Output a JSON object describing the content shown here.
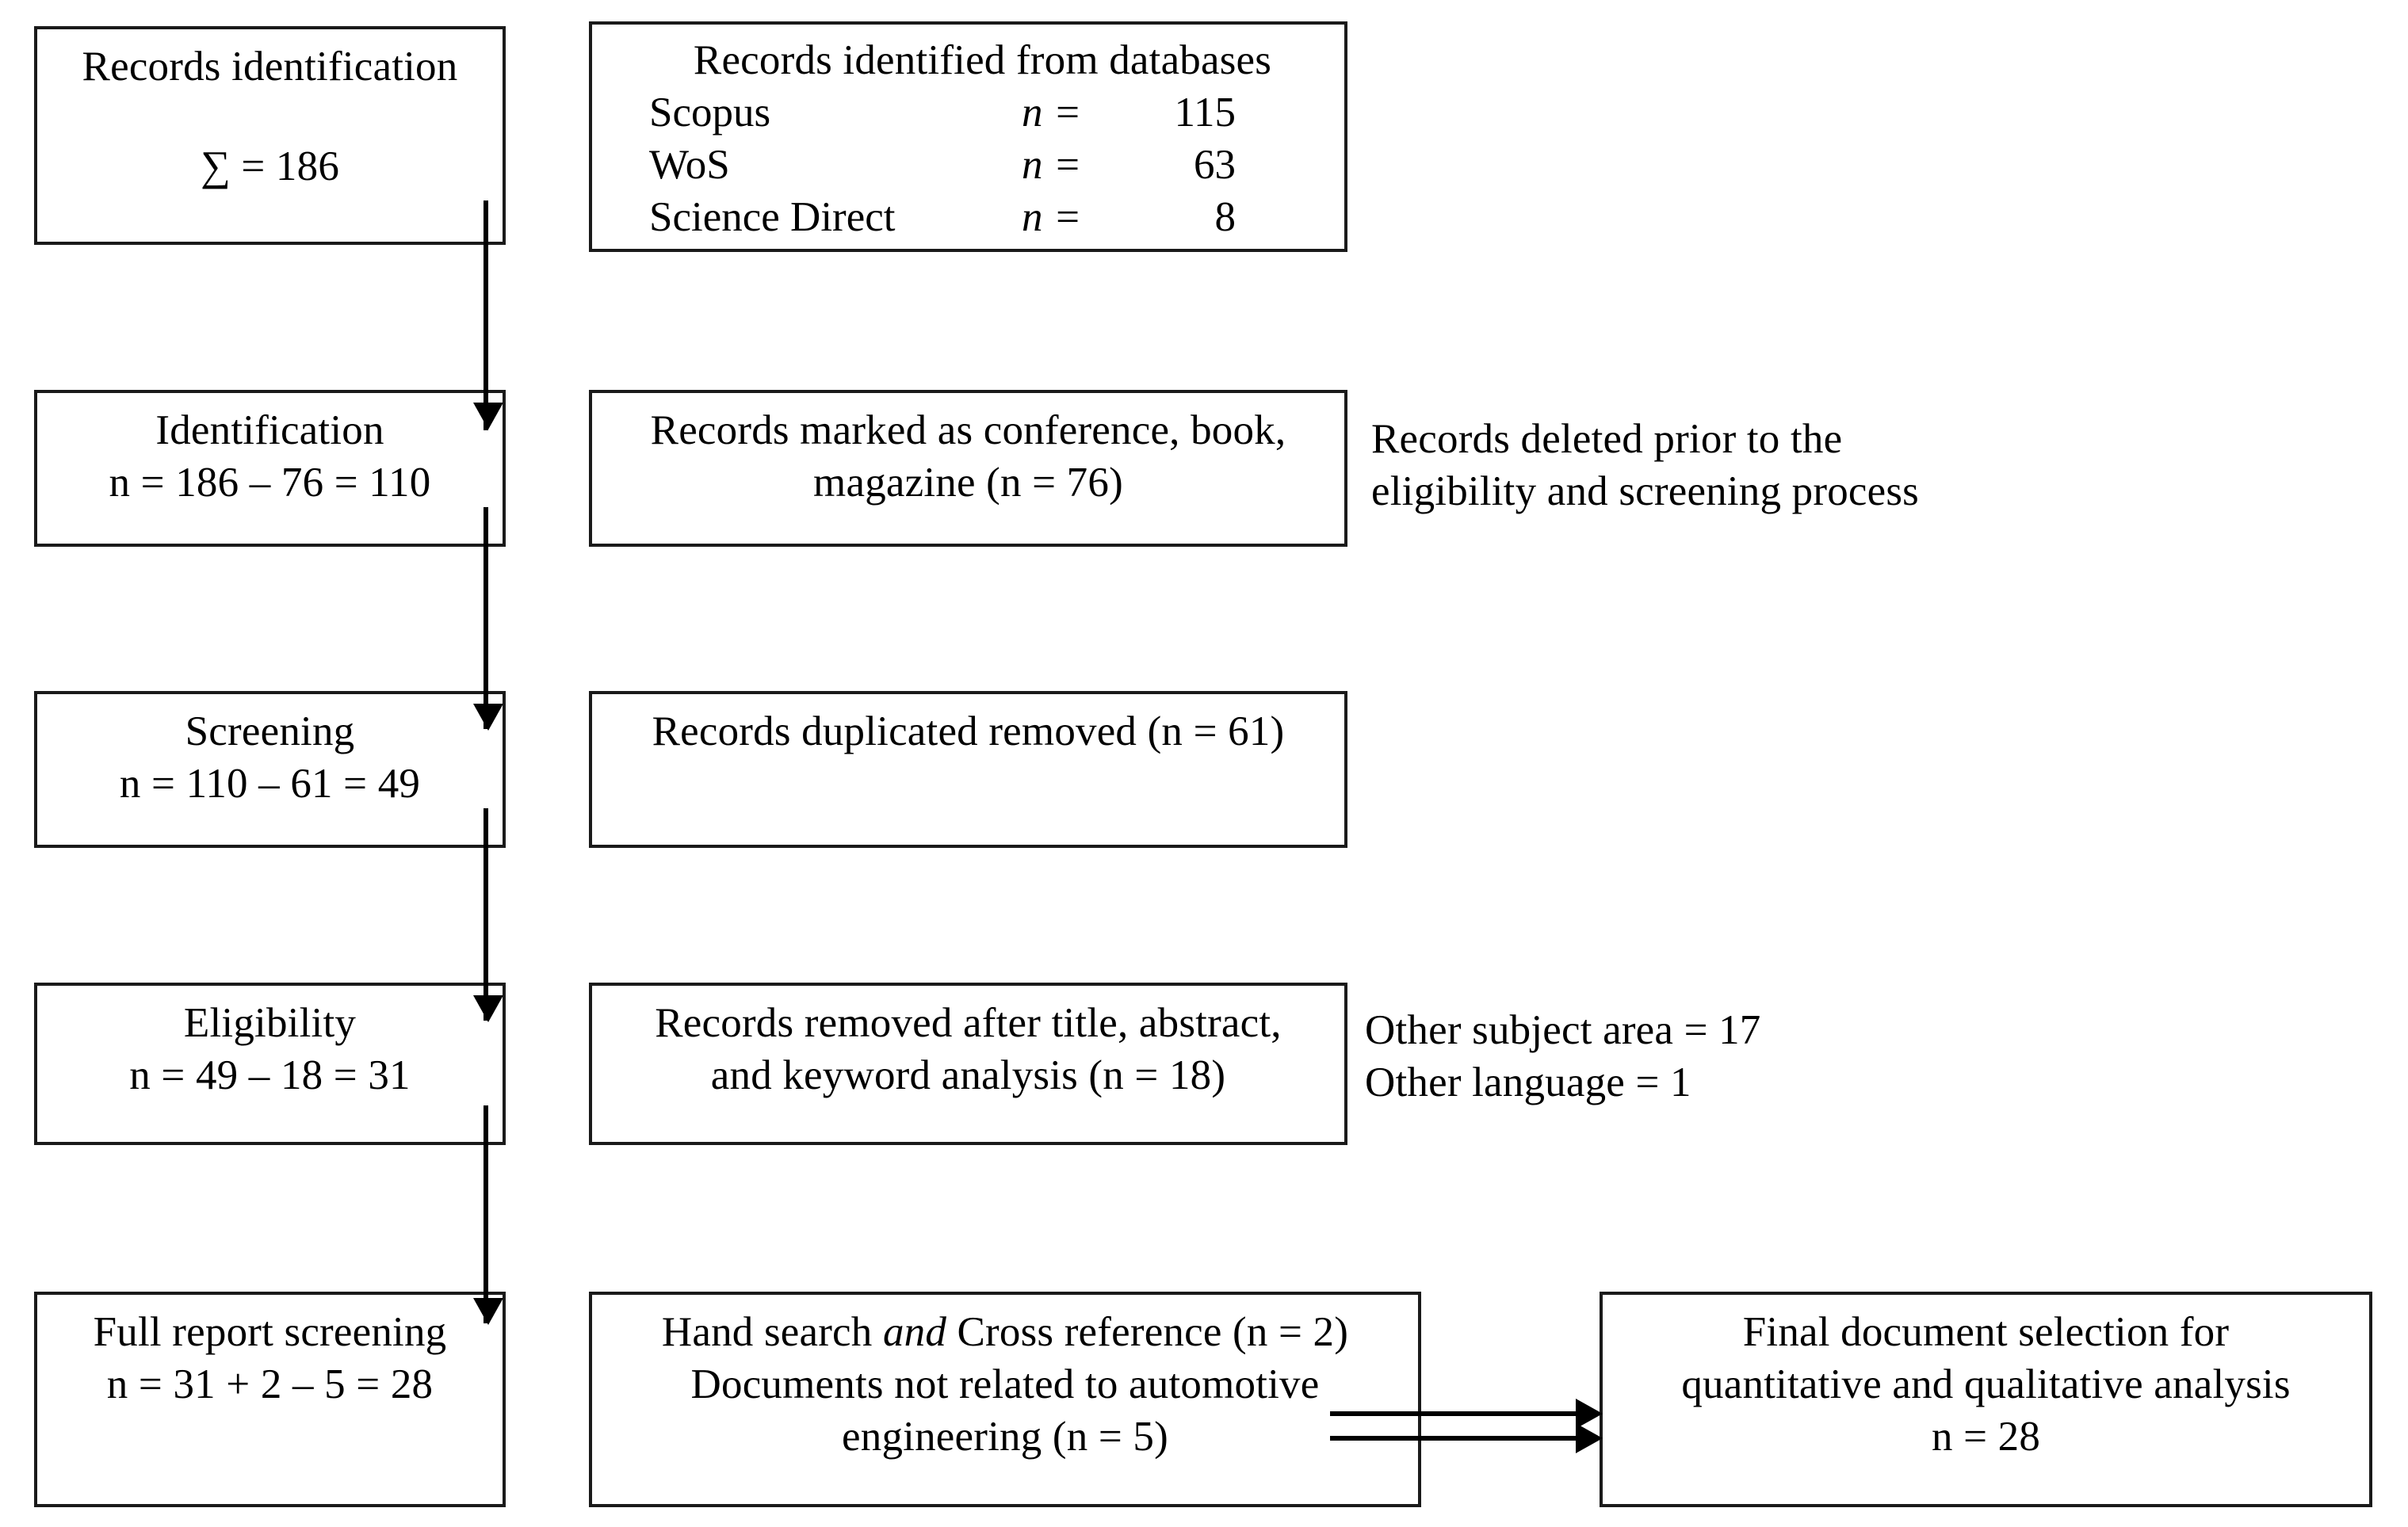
{
  "diagram": {
    "title": "PRISMA records selection flow",
    "colors": {
      "stroke": "#1a1a1a",
      "arrow": "#000000",
      "background": "#ffffff",
      "text": "#000000"
    }
  },
  "stages": {
    "identification_summary": {
      "label": "Records identification",
      "total": "∑ = 186"
    },
    "identification": {
      "label": "Identification",
      "equation": "n = 186 – 76 = 110"
    },
    "screening": {
      "label": "Screening",
      "equation": "n = 110 – 61 = 49"
    },
    "eligibility": {
      "label": "Eligibility",
      "equation": "n = 49 – 18 = 31"
    },
    "full_report": {
      "label": "Full report screening",
      "equation": "n = 31 + 2 – 5 = 28"
    }
  },
  "databases": {
    "heading": "Records identified  from databases",
    "rows": [
      {
        "name": "Scopus",
        "eq": "n =",
        "value": "115"
      },
      {
        "name": "WoS",
        "eq": "n =",
        "value": "63"
      },
      {
        "name": "Science Direct",
        "eq": "n =",
        "value": "8"
      }
    ]
  },
  "exclusions": {
    "marked": {
      "line1": "Records marked as conference, book,",
      "line2": "magazine  (n = 76)"
    },
    "duplicated": {
      "line1": "Records duplicated removed (n = 61)"
    },
    "removed_after_review": {
      "line1": "Records removed after title,  abstract,",
      "line2": "and keyword analysis  (n = 18)"
    },
    "hand_search": {
      "line1_part1": "Hand search ",
      "line1_italic": "and",
      "line1_part2": " Cross reference (n = 2)",
      "line2": "Documents not related to automotive",
      "line3": "engineering  (n = 5)"
    }
  },
  "notes": {
    "deleted_prior": {
      "line1": "Records deleted prior to the",
      "line2": "eligibility  and screening process"
    },
    "reasons": {
      "line1": "Other subject area = 17",
      "line2": "Other language  = 1"
    }
  },
  "final": {
    "line1": "Final  document selection for",
    "line2": "quantitative  and qualitative  analysis",
    "line3": "n  =  28"
  }
}
